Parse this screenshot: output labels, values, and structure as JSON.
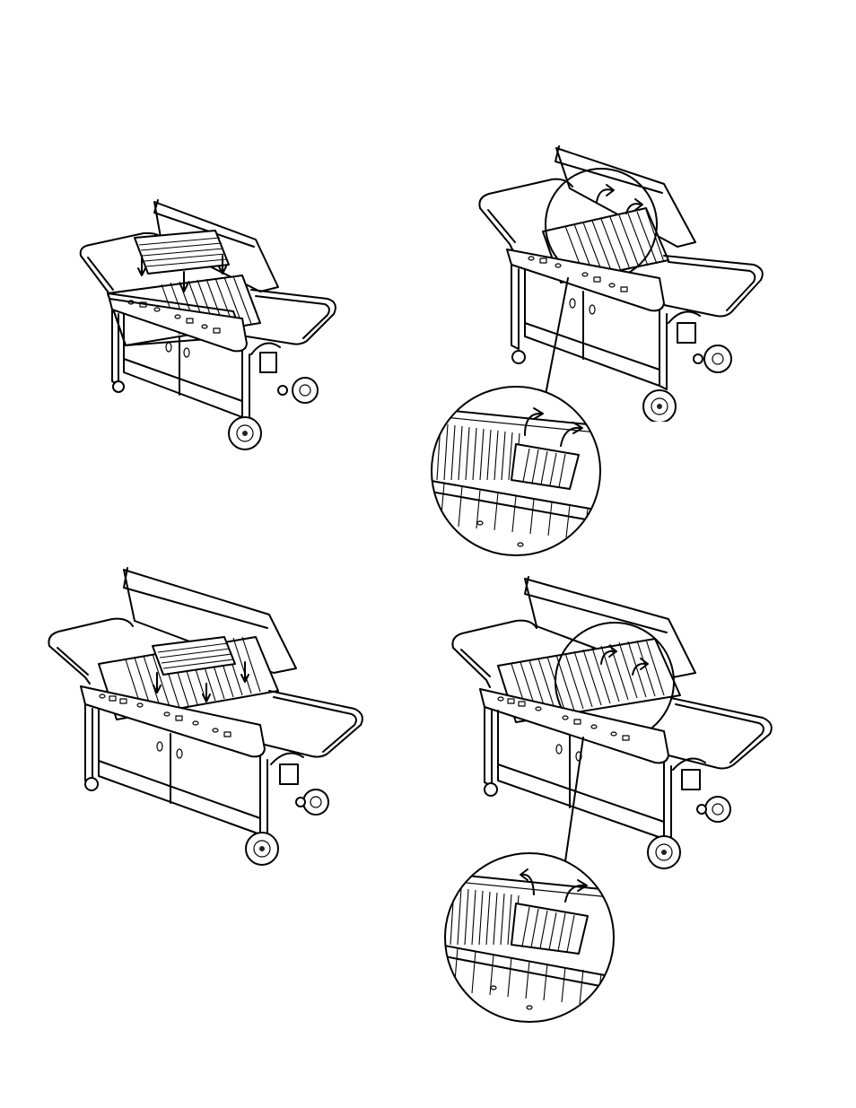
{
  "document": {
    "page_type": "assembly-illustration-page",
    "ink_color": "#000000",
    "paper_color": "#ffffff"
  },
  "figures": [
    {
      "id": "fig-top-left",
      "icon": "grill-cart-rack-placement-illustration",
      "arrows": "down-arrows-into-firebox"
    },
    {
      "id": "fig-top-right",
      "icon": "grill-cart-grate-rotate-illustration",
      "arrows": "curved-arrows",
      "detail": "magnified-grate-inset"
    },
    {
      "id": "fig-bottom-left",
      "icon": "large-grill-cart-rack-placement-illustration",
      "arrows": "down-arrows-into-firebox"
    },
    {
      "id": "fig-bottom-right",
      "icon": "large-grill-cart-grate-rotate-illustration",
      "arrows": "curved-arrows",
      "detail": "magnified-grate-inset"
    }
  ]
}
